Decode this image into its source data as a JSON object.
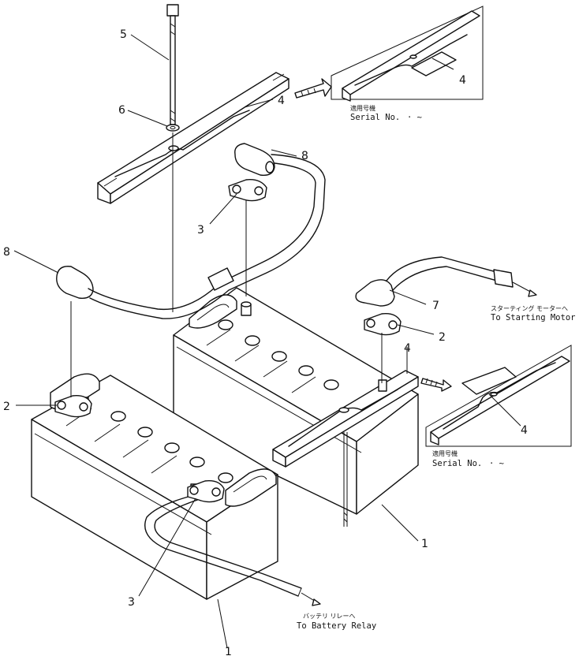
{
  "callouts": {
    "n1": "1",
    "n2": "2",
    "n3": "3",
    "n4": "4",
    "n5": "5",
    "n6": "6",
    "n7": "7",
    "n8": "8"
  },
  "notes": {
    "serial_jp": "適用号機",
    "serial_en": "Serial No.",
    "serial_range": "·   ~",
    "starting_jp": "スターティング モーターへ",
    "starting_en": "To Starting Motor",
    "relay_jp": "バッテリ リレーへ",
    "relay_en": "To Battery Relay"
  }
}
